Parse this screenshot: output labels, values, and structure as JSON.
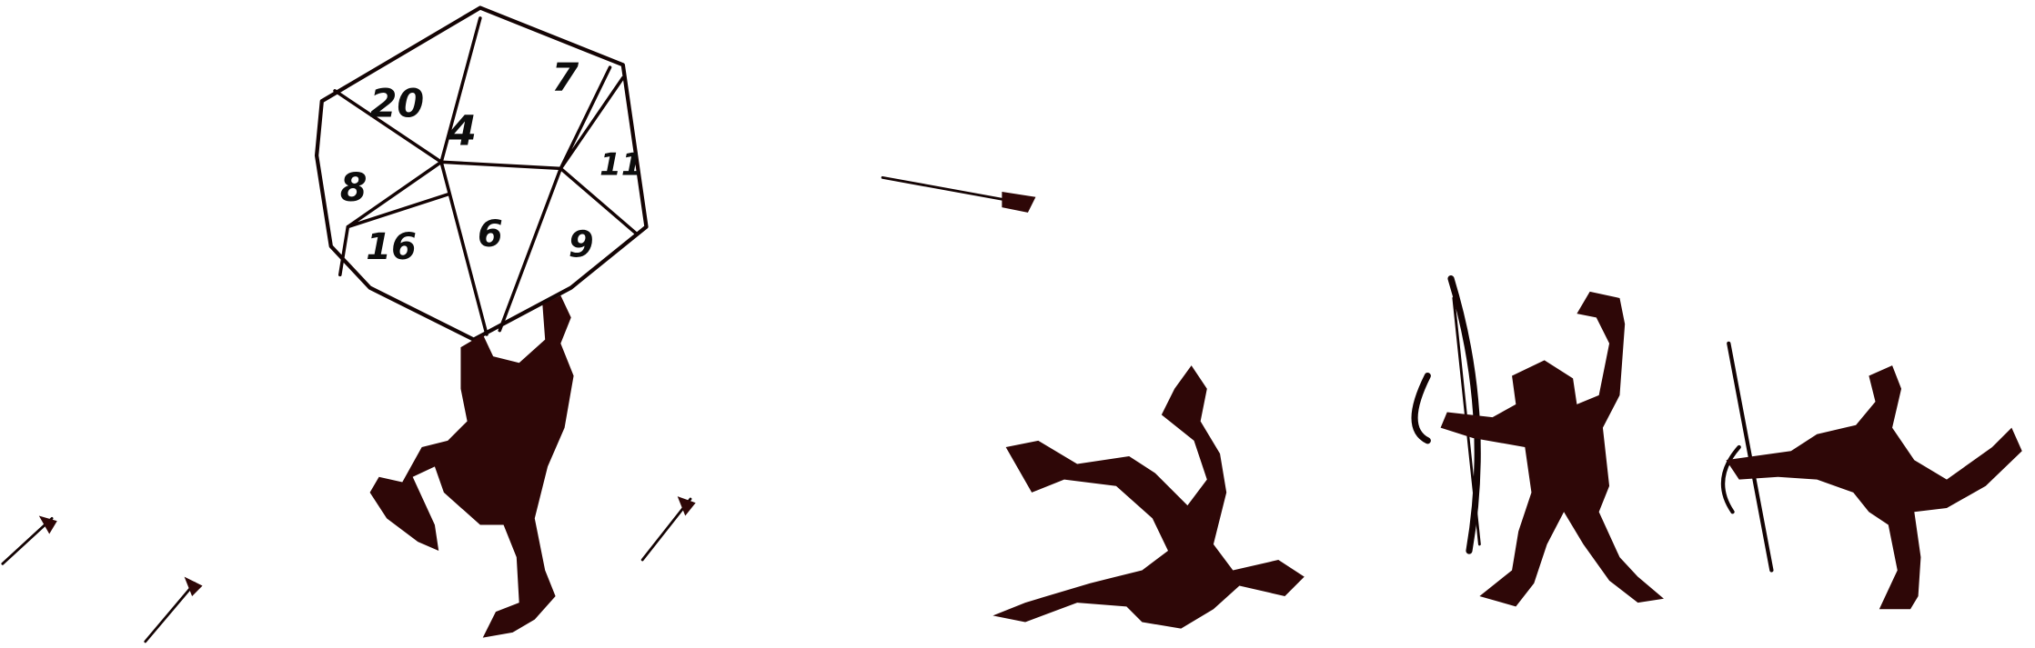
{
  "illustration": {
    "ink_color": "#2e0707",
    "outline_color": "#140404",
    "dice": {
      "type": "d20",
      "face_numbers": [
        "20",
        "4",
        "7",
        "8",
        "11",
        "6",
        "16",
        "9"
      ]
    },
    "figures": [
      "goblin-lifting-dice",
      "goblin-falling",
      "goblin-archer-drawing-bow",
      "goblin-archer-running"
    ]
  }
}
